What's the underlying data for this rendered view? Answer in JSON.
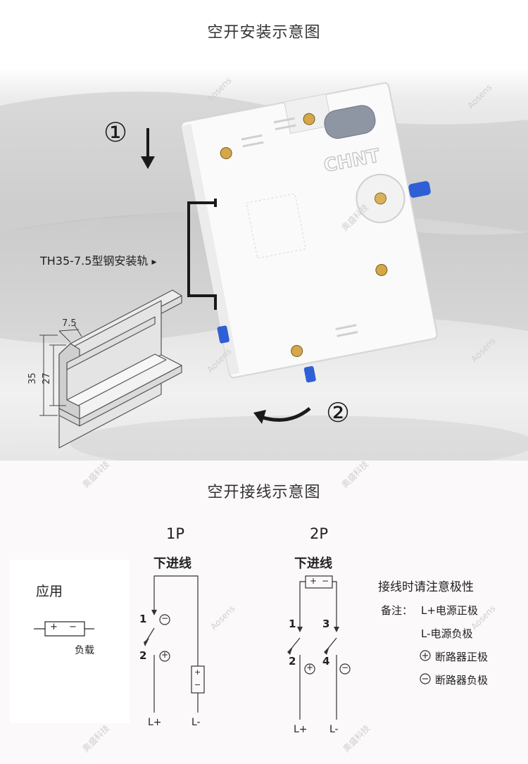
{
  "install": {
    "title": "空开安装示意图",
    "step1": "①",
    "step2": "②",
    "rail_label": "TH35-7.5型钢安装轨",
    "rail_arrow": "▸",
    "dim_top": "7.5",
    "dim_height_outer": "35",
    "dim_height_inner": "27",
    "brand": "CHNT"
  },
  "wiring": {
    "title": "空开接线示意图",
    "application": {
      "label": "应用",
      "load_label": "负载",
      "plus": "+",
      "minus": "−"
    },
    "p1": {
      "title": "1P",
      "subtitle": "下进线",
      "t1": "1",
      "t2": "2",
      "l_plus": "L+",
      "l_minus": "L-",
      "plus": "+",
      "minus": "−"
    },
    "p2": {
      "title": "2P",
      "subtitle": "下进线",
      "t1": "1",
      "t2": "2",
      "t3": "3",
      "t4": "4",
      "l_plus": "L+",
      "l_minus": "L-",
      "plus": "+",
      "minus": "−"
    },
    "notes": {
      "heading": "接线时请注意极性",
      "prefix": "备注：",
      "line1": "L+电源正极",
      "line2": "L-电源负极",
      "line3": "断路器正极",
      "line4": "断路器负极"
    }
  },
  "watermark": {
    "text1": "Aosens",
    "text2": "奥盛科技"
  }
}
